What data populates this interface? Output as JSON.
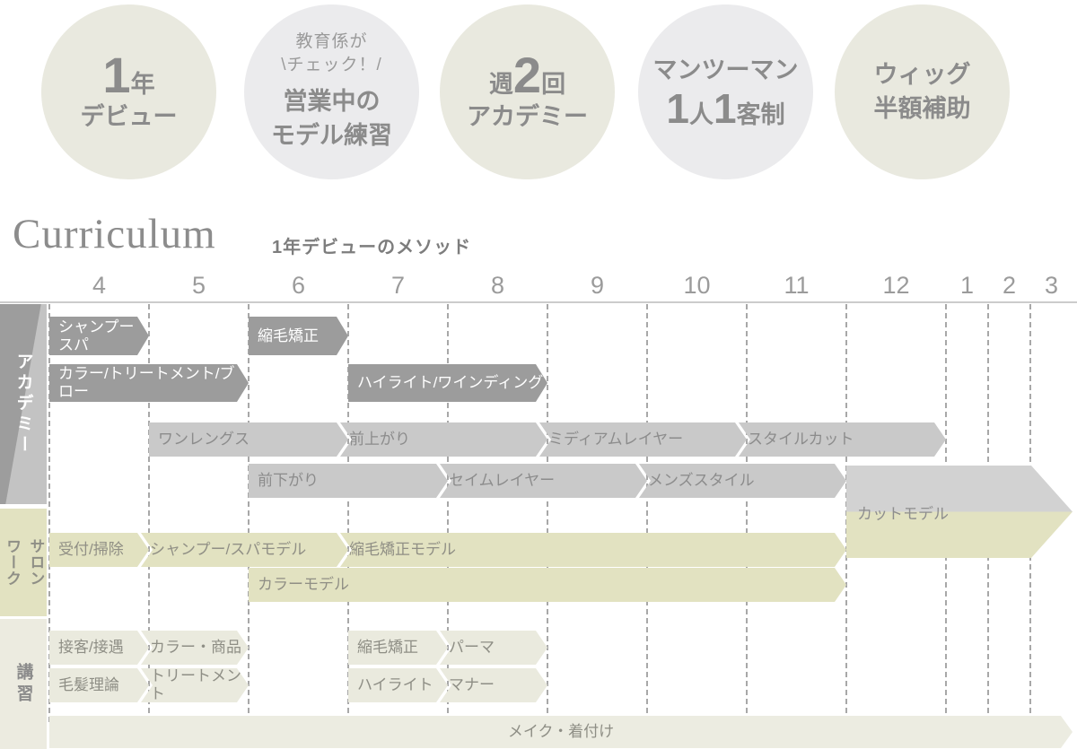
{
  "badges": [
    {
      "name": "one-year-debut",
      "style": "green",
      "num": "1",
      "num_suffix": "年",
      "line2": "デビュー"
    },
    {
      "name": "model-practice",
      "style": "gray",
      "note1": "教育係が",
      "note2": "\\チェック！/",
      "line1": "営業中の",
      "line2": "モデル練習"
    },
    {
      "name": "academy-twice-a-week",
      "style": "green",
      "num_prefix": "週",
      "num": "2",
      "num_suffix": "回",
      "line2": "アカデミー"
    },
    {
      "name": "one-on-one",
      "style": "gray",
      "line1": "マンツーマン",
      "num1": "1",
      "t1": "人",
      "num2": "1",
      "t2": "客制"
    },
    {
      "name": "wig-half-subsidy",
      "style": "green",
      "line1": "ウィッグ",
      "line2": "半額補助"
    }
  ],
  "header": {
    "title": "Curriculum",
    "subtitle": "1年デビューのメソッド"
  },
  "timeline": {
    "months": [
      "4",
      "5",
      "6",
      "7",
      "8",
      "9",
      "10",
      "11",
      "12",
      "1",
      "2",
      "3"
    ]
  },
  "sections": [
    {
      "id": "academy",
      "label": "アカデミー"
    },
    {
      "id": "salon-work",
      "label": "サロン\nワーク"
    },
    {
      "id": "lecture",
      "label": "講習"
    }
  ],
  "gantt": {
    "bars": [
      {
        "name": "bar-shampoo-spa",
        "label": "シャンプー\nスパ",
        "start": "4",
        "end": "5",
        "row": "a1",
        "variant": "dark"
      },
      {
        "name": "bar-straightening",
        "label": "縮毛矯正",
        "start": "6",
        "end": "7",
        "row": "a1",
        "variant": "dark"
      },
      {
        "name": "bar-color-treatment-blow",
        "label": "カラー/トリートメント/ブロー",
        "start": "4",
        "end": "6",
        "row": "a2",
        "variant": "dark"
      },
      {
        "name": "bar-highlight-winding",
        "label": "ハイライト/ワインディング",
        "start": "7",
        "end": "9",
        "row": "a2",
        "variant": "dark"
      },
      {
        "name": "bar-one-length",
        "label": "ワンレングス",
        "start": "5",
        "end": "7",
        "row": "a3",
        "variant": "light"
      },
      {
        "name": "bar-maeagari",
        "label": "前上がり",
        "start": "7",
        "end": "9",
        "row": "a3",
        "variant": "light",
        "notch": true
      },
      {
        "name": "bar-medium-layer",
        "label": "ミディアムレイヤー",
        "start": "9",
        "end": "11",
        "row": "a3",
        "variant": "light",
        "notch": true
      },
      {
        "name": "bar-style-cut",
        "label": "スタイルカット",
        "start": "11",
        "end": "1",
        "row": "a3",
        "variant": "light",
        "notch": true
      },
      {
        "name": "bar-maesagari",
        "label": "前下がり",
        "start": "6",
        "end": "8",
        "row": "a4",
        "variant": "light"
      },
      {
        "name": "bar-same-layer",
        "label": "セイムレイヤー",
        "start": "8",
        "end": "10",
        "row": "a4",
        "variant": "light",
        "notch": true
      },
      {
        "name": "bar-mens-style",
        "label": "メンズスタイル",
        "start": "10",
        "end": "12",
        "row": "a4",
        "variant": "light",
        "notch": true
      },
      {
        "name": "bar-reception-cleaning",
        "label": "受付/掃除",
        "start": "4",
        "end": "5",
        "row": "s1",
        "variant": "khaki"
      },
      {
        "name": "bar-shampoo-spa-model",
        "label": "シャンプー/スパモデル",
        "start": "5",
        "end": "7",
        "row": "s1",
        "variant": "khaki",
        "notch": true
      },
      {
        "name": "bar-straightening-model",
        "label": "縮毛矯正モデル",
        "start": "7",
        "end": "12",
        "row": "s1",
        "variant": "khaki",
        "notch": true
      },
      {
        "name": "bar-color-model",
        "label": "カラーモデル",
        "start": "6",
        "end": "12",
        "row": "s2",
        "variant": "khaki"
      },
      {
        "name": "bar-customer-service",
        "label": "接客/接遇",
        "start": "4",
        "end": "5",
        "row": "l1",
        "variant": "beige"
      },
      {
        "name": "bar-color-products",
        "label": "カラー・商品",
        "start": "5",
        "end": "6",
        "row": "l1",
        "variant": "beige",
        "notch": true
      },
      {
        "name": "bar-straightening-lecture",
        "label": "縮毛矯正",
        "start": "7",
        "end": "8",
        "row": "l1",
        "variant": "beige"
      },
      {
        "name": "bar-perm-lecture",
        "label": "パーマ",
        "start": "8",
        "end": "9",
        "row": "l1",
        "variant": "beige",
        "notch": true
      },
      {
        "name": "bar-hair-theory",
        "label": "毛髪理論",
        "start": "4",
        "end": "5",
        "row": "l2",
        "variant": "beige"
      },
      {
        "name": "bar-treatment-lecture",
        "label": "トリートメント",
        "start": "5",
        "end": "6",
        "row": "l2",
        "variant": "beige",
        "notch": true
      },
      {
        "name": "bar-highlight-lecture",
        "label": "ハイライト",
        "start": "7",
        "end": "8",
        "row": "l2",
        "variant": "beige"
      },
      {
        "name": "bar-manner-lecture",
        "label": "マナー",
        "start": "8",
        "end": "9",
        "row": "l2",
        "variant": "beige",
        "notch": true
      },
      {
        "name": "bar-makeup-kitsuke",
        "label": "メイク・着付け",
        "start": "4",
        "end": "end",
        "row": "l3",
        "variant": "beige2"
      }
    ],
    "big_arrow": {
      "name": "bar-cut-model",
      "label": "カットモデル",
      "start": "12",
      "end": "end"
    }
  }
}
